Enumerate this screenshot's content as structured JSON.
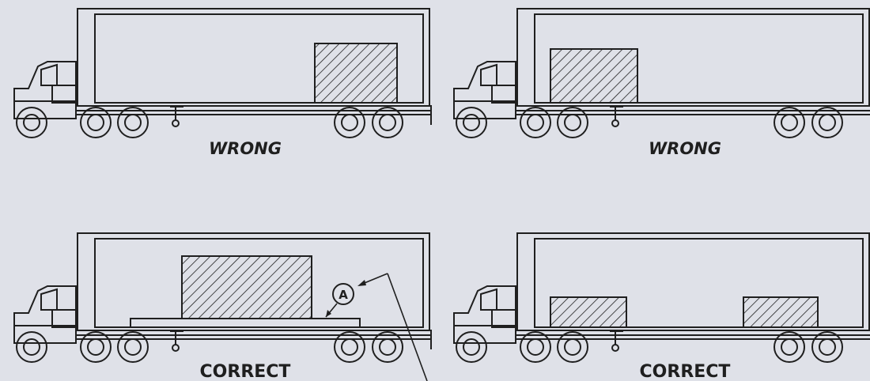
{
  "panels": [
    {
      "id": "top-left",
      "label": "WRONG",
      "italic": true,
      "cargo": "single-rear"
    },
    {
      "id": "top-right",
      "label": "WRONG",
      "italic": true,
      "cargo": "single-front"
    },
    {
      "id": "bottom-left",
      "label": "CORRECT",
      "italic": false,
      "cargo": "centered-on-beam"
    },
    {
      "id": "bottom-right",
      "label": "CORRECT",
      "italic": false,
      "cargo": "split-two"
    }
  ],
  "callout": {
    "letter": "A"
  },
  "colors": {
    "background": "#dfe1e8",
    "ink": "#1f1f1f"
  }
}
